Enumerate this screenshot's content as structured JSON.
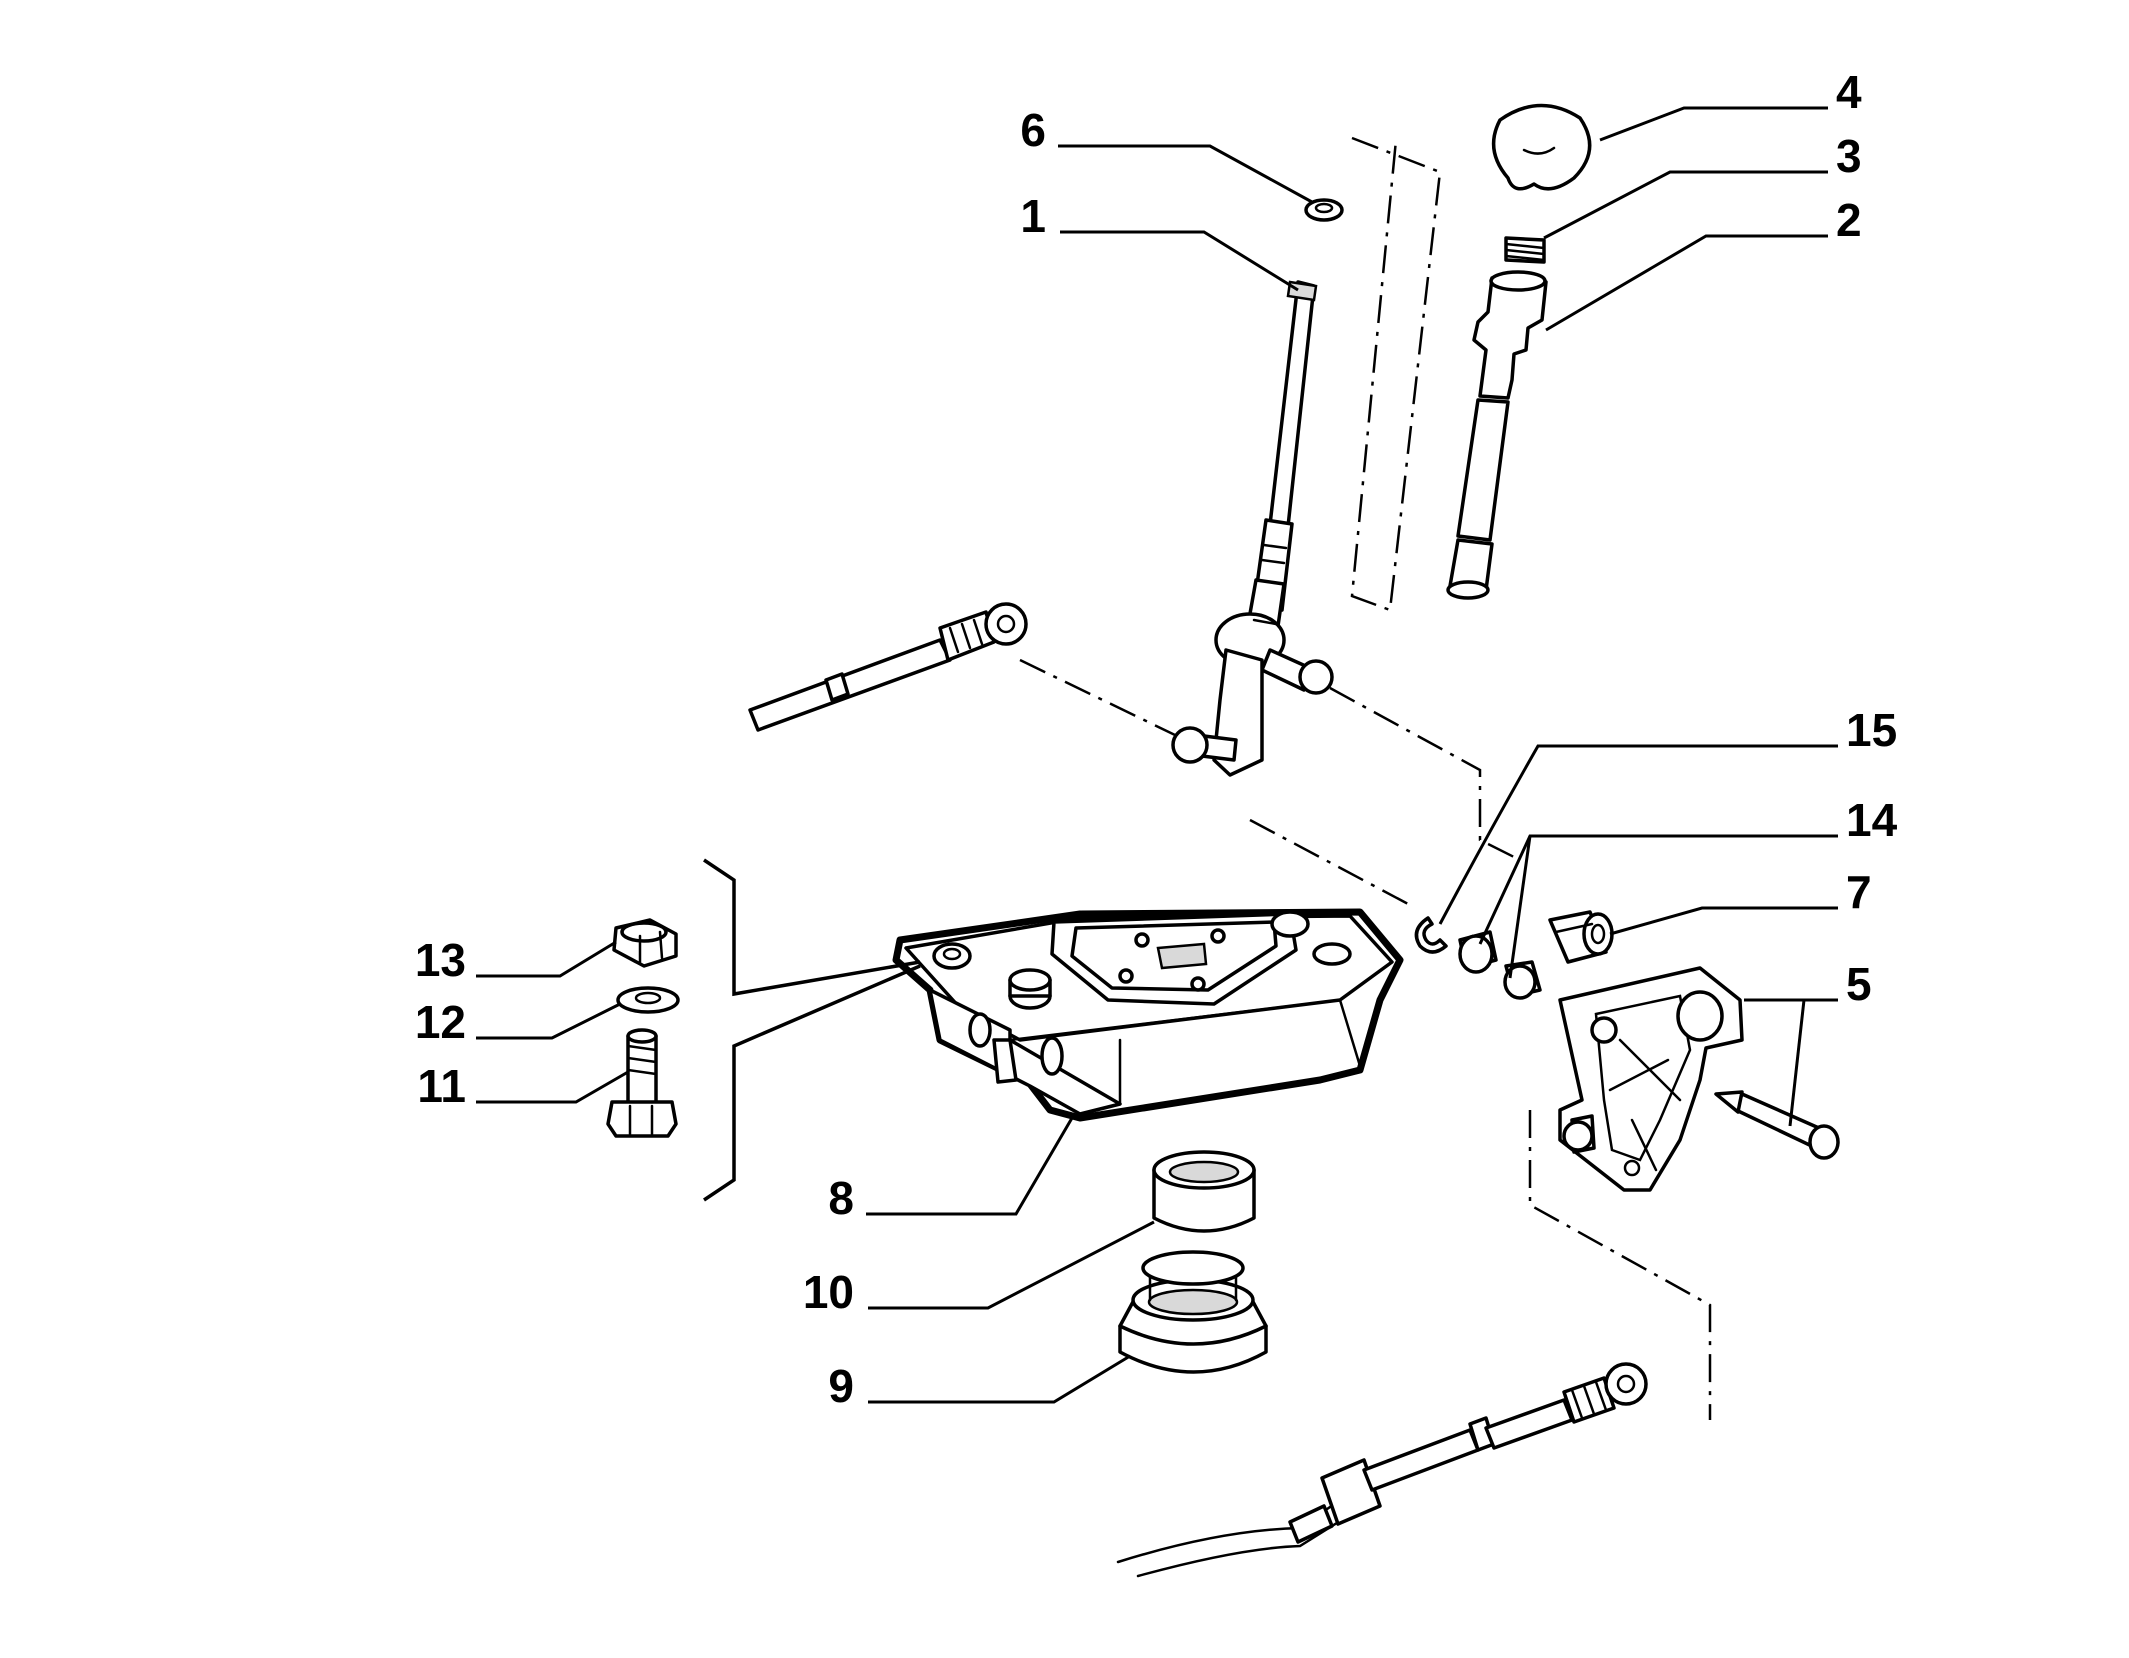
{
  "callouts": [
    {
      "id": "1",
      "label": "1"
    },
    {
      "id": "2",
      "label": "2"
    },
    {
      "id": "3",
      "label": "3"
    },
    {
      "id": "4",
      "label": "4"
    },
    {
      "id": "5",
      "label": "5"
    },
    {
      "id": "6",
      "label": "6"
    },
    {
      "id": "7",
      "label": "7"
    },
    {
      "id": "8",
      "label": "8"
    },
    {
      "id": "9",
      "label": "9"
    },
    {
      "id": "10",
      "label": "10"
    },
    {
      "id": "11",
      "label": "11"
    },
    {
      "id": "12",
      "label": "12"
    },
    {
      "id": "13",
      "label": "13"
    },
    {
      "id": "14",
      "label": "14"
    },
    {
      "id": "15",
      "label": "15"
    }
  ],
  "colors": {
    "ink": "#000000",
    "paper": "#ffffff",
    "shade": "#d9d9d9"
  }
}
